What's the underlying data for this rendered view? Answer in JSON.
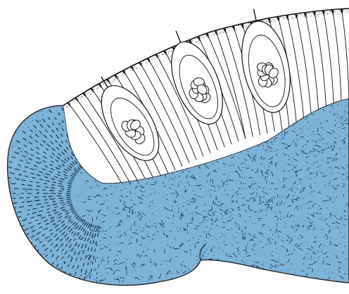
{
  "figure": {
    "tissue_color": "#7eb3d8",
    "line_color": "#111111",
    "background": "#ffffff",
    "glands": [
      {
        "name": "gland-left",
        "cell_count": 8
      },
      {
        "name": "gland-middle",
        "cell_count": 10
      },
      {
        "name": "gland-right",
        "cell_count": 12
      }
    ]
  }
}
